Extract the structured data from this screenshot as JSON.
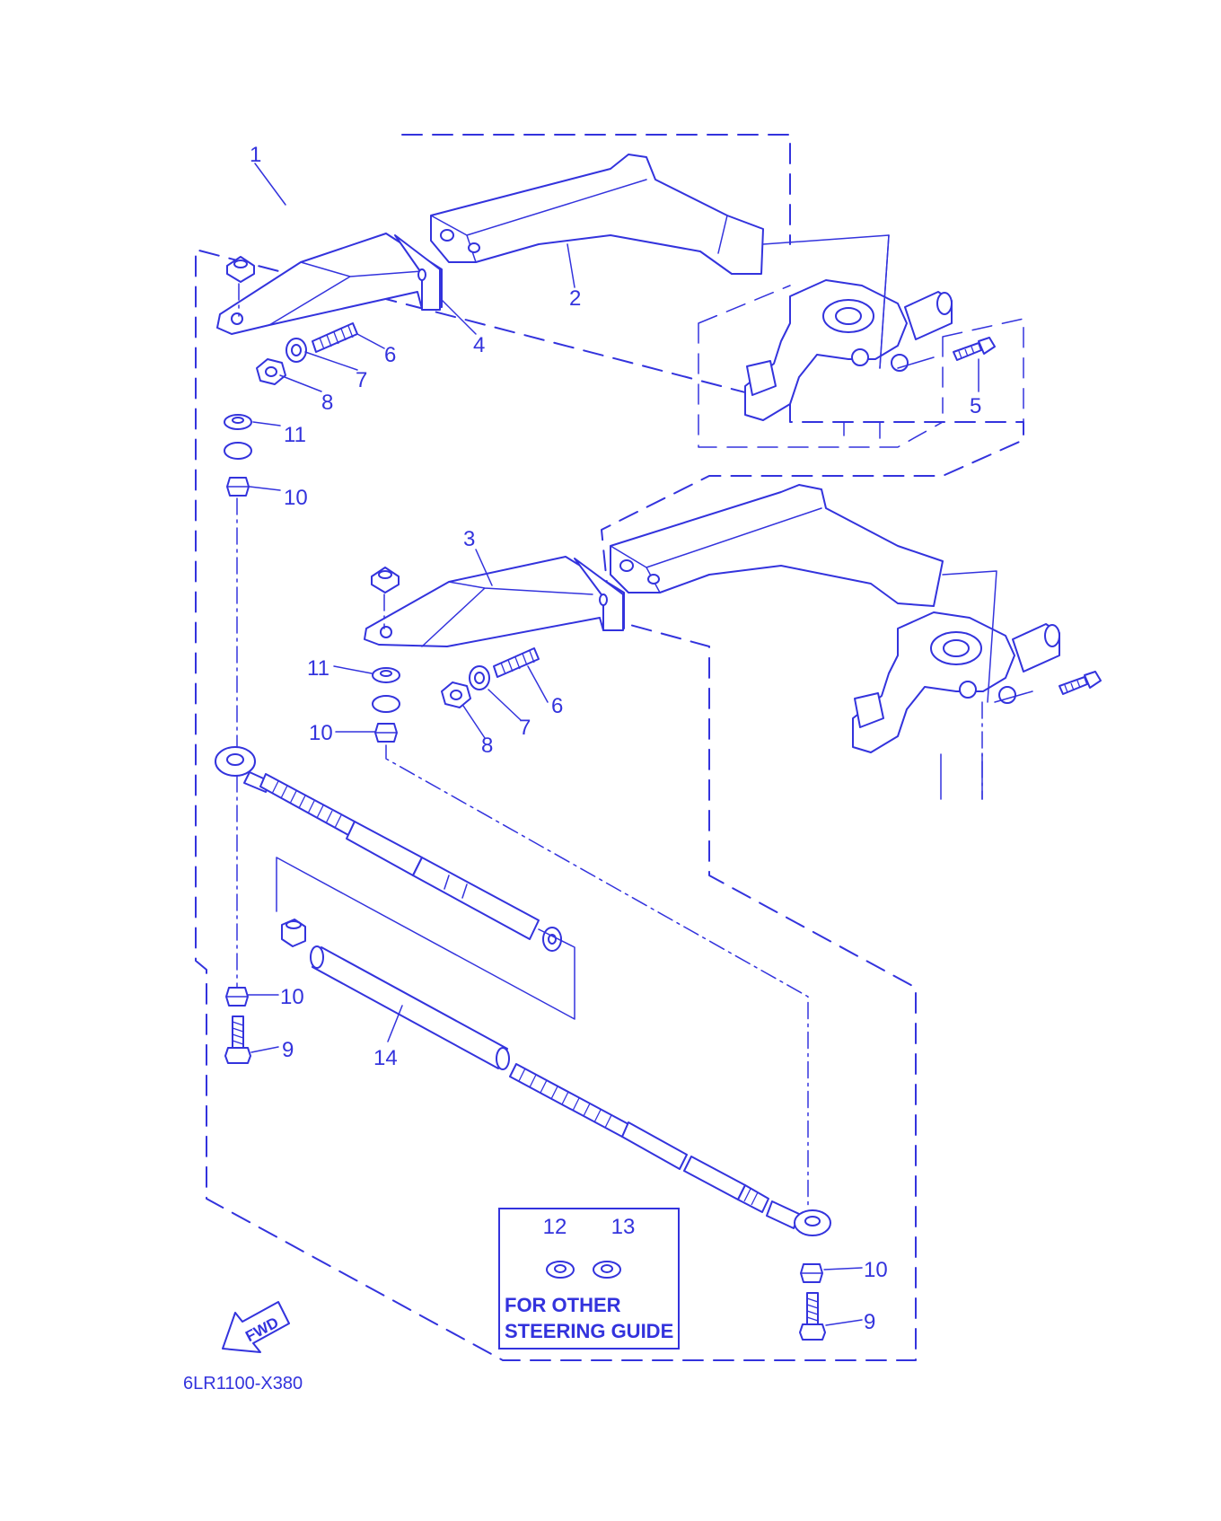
{
  "diagram": {
    "part_numbers": [
      "1",
      "2",
      "3",
      "4",
      "5",
      "6",
      "7",
      "8",
      "9",
      "10",
      "11",
      "12",
      "13",
      "14"
    ],
    "note_box": {
      "labels": [
        "12",
        "13"
      ],
      "text_line_1": "FOR OTHER",
      "text_line_2": "STEERING GUIDE"
    },
    "direction_badge": "FWD",
    "drawing_code": "6LR1100-X380",
    "line_color": "#3333dd"
  }
}
